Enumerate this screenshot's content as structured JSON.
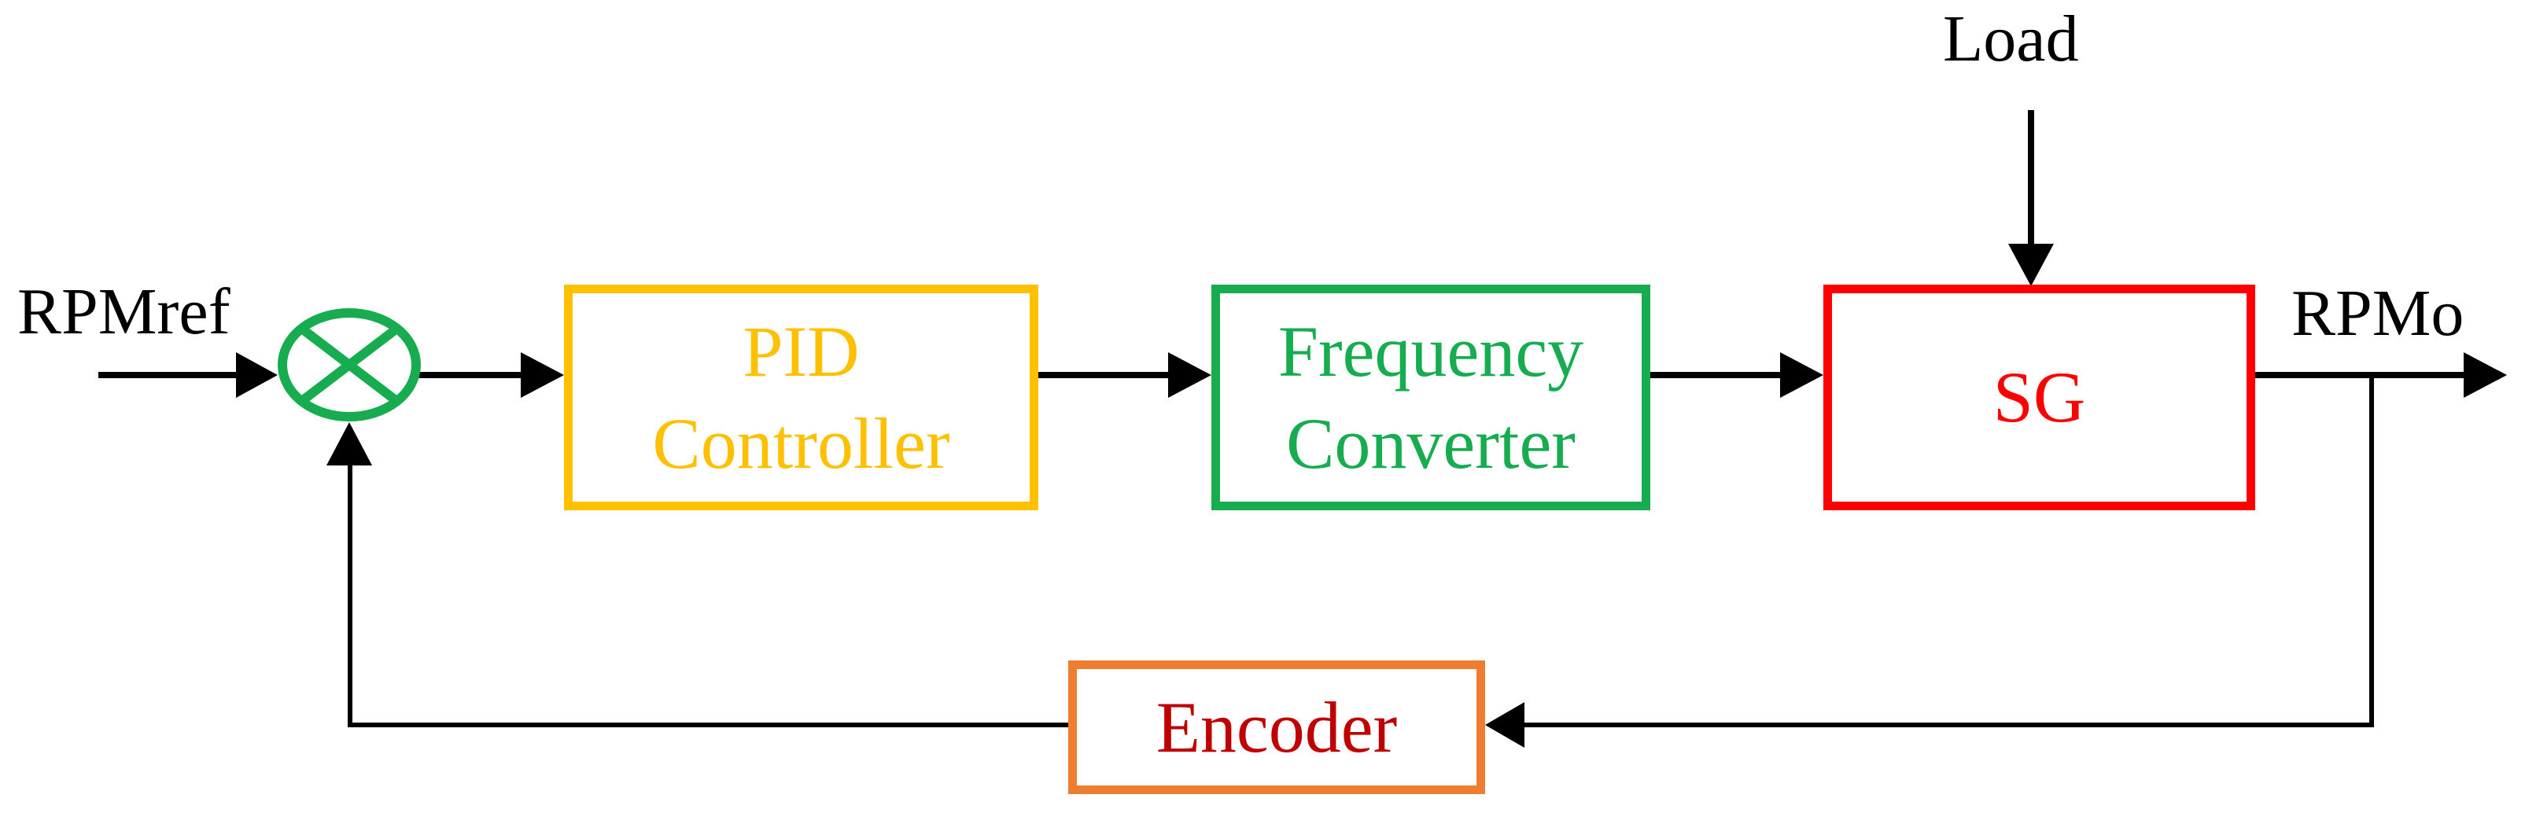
{
  "labels": {
    "reference": "RPMref",
    "load": "Load",
    "output": "RPMo"
  },
  "blocks": {
    "pid": {
      "line1": "PID",
      "line2": "Controller",
      "border_color": "#FFC000",
      "text_color": "#FFC000"
    },
    "frequency_converter": {
      "line1": "Frequency",
      "line2": "Converter",
      "border_color": "#16AC4F",
      "text_color": "#16AC4F"
    },
    "sg": {
      "label": "SG",
      "border_color": "#FF0000",
      "text_color": "#FF0000"
    },
    "encoder": {
      "label": "Encoder",
      "border_color": "#ED7D31",
      "text_color": "#C00000"
    }
  },
  "summing_junction": {
    "symbol": "circle-with-cross",
    "color": "#16AC4F"
  },
  "connector_color": "#000000"
}
